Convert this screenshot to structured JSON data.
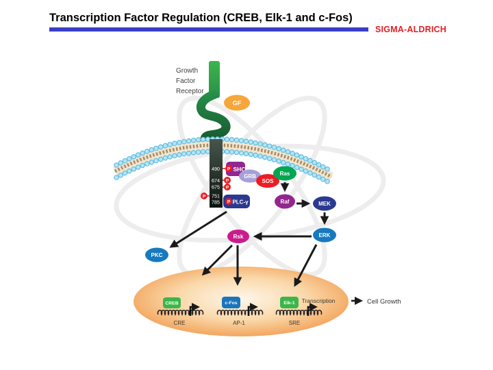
{
  "header": {
    "title": "Transcription Factor Regulation (CREB, Elk-1 and c-Fos)",
    "brand": "SIGMA-ALDRICH"
  },
  "pathway": {
    "receptor_label": {
      "line1": "Growth",
      "line2": "Factor",
      "line3": "Receptor"
    },
    "ligand": "GF",
    "p": "P",
    "residues": [
      "490",
      "674",
      "675",
      "751",
      "785"
    ],
    "proteins": {
      "shc": "SHC",
      "grb": "GRB",
      "sos": "SOS",
      "ras": "Ras",
      "raf": "Raf",
      "mek": "MEK",
      "erk": "ERK",
      "rsk": "Rsk",
      "pkc": "PKC",
      "plc": "PLC-γ"
    },
    "nucleus": {
      "factors": [
        {
          "name": "CREB",
          "site": "CRE"
        },
        {
          "name": "c-Fos",
          "site": "AP-1"
        },
        {
          "name": "Elk-1",
          "site": "SRE"
        }
      ],
      "transcription_label": "Transcription"
    },
    "outcome": "Cell Growth",
    "colors": {
      "title_rule": "#3a3ec6",
      "brand_red": "#e31e24",
      "receptor_green": "#2fa84c",
      "gf_orange": "#f6a63a",
      "membrane_bead": "#aee0f4",
      "phospho_red": "#ed1c24",
      "shc_purple": "#92278f",
      "grb_lavender": "#a5a0d8",
      "sos_red": "#ed1c24",
      "ras_green": "#00a651",
      "raf_purple": "#92278f",
      "mek_blue": "#2b3990",
      "erk_blue": "#1779be",
      "rsk_magenta": "#ca1d8c",
      "pkc_blue": "#1779be",
      "plc_blue": "#2b3990",
      "nucleus_orange": "#ee8433",
      "creb_green": "#3cb54a",
      "cfos_blue": "#1b75bc",
      "elk_green": "#3cb54a"
    }
  }
}
